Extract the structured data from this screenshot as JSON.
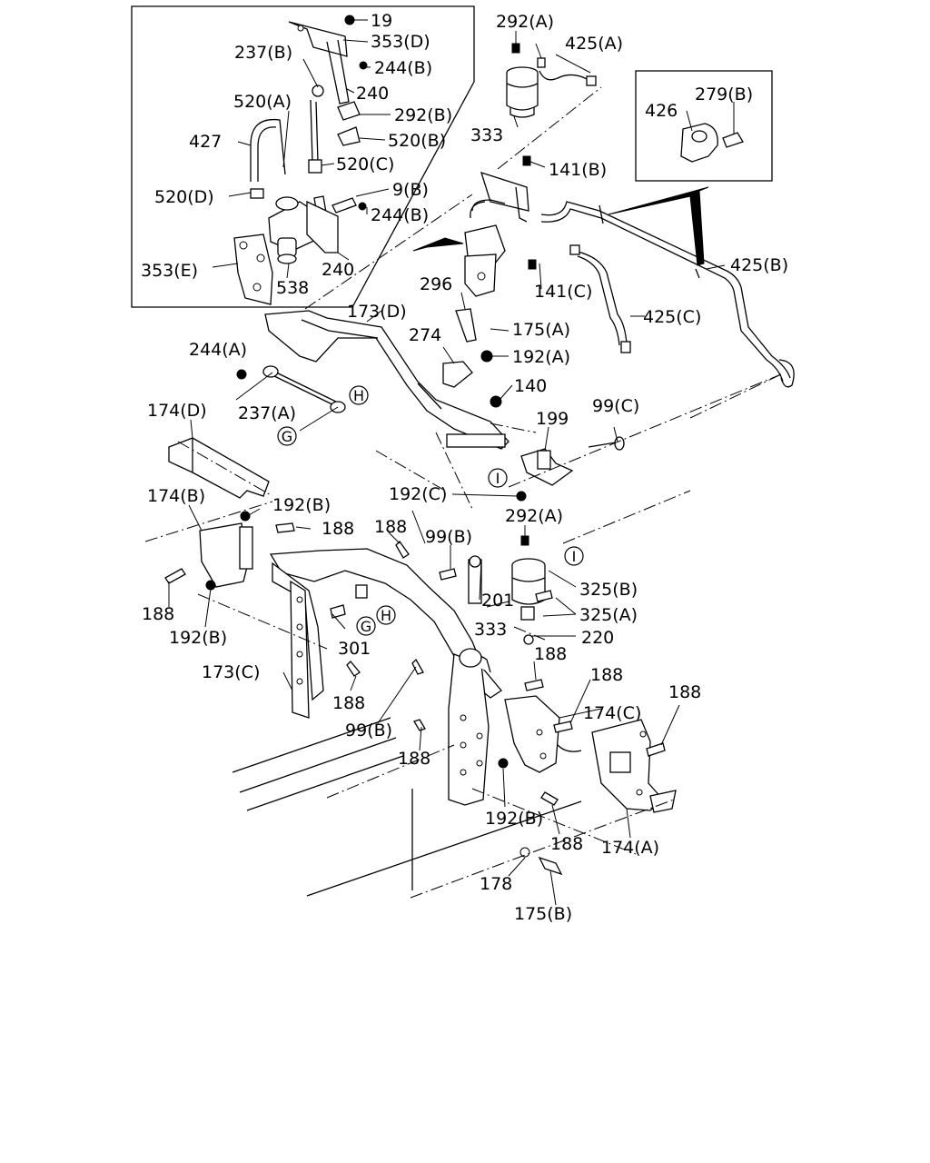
{
  "callouts": {
    "c19": "19",
    "c353d": "353(D)",
    "c237b": "237(B)",
    "c244b1": "244(B)",
    "c240a": "240",
    "c520a": "520(A)",
    "c292b": "292(B)",
    "c427": "427",
    "c520b": "520(B)",
    "c520c": "520(C)",
    "c520d": "520(D)",
    "c9b": "9(B)",
    "c244b2": "244(B)",
    "c353e": "353(E)",
    "c538": "538",
    "c240b": "240",
    "c292a1": "292(A)",
    "c425a": "425(A)",
    "c333a": "333",
    "c279b": "279(B)",
    "c426": "426",
    "c141b": "141(B)",
    "c425b": "425(B)",
    "c141c": "141(C)",
    "c425c": "425(C)",
    "c296": "296",
    "c173d": "173(D)",
    "c175a": "175(A)",
    "c274": "274",
    "c192a": "192(A)",
    "c244a": "244(A)",
    "c237a": "237(A)",
    "c140": "140",
    "c174d": "174(D)",
    "c99c": "99(C)",
    "c199": "199",
    "c192c": "192(C)",
    "c174b": "174(B)",
    "c192b1": "192(B)",
    "c188a": "188",
    "c292a2": "292(A)",
    "c188b": "188",
    "c99b1": "99(B)",
    "c325b": "325(B)",
    "c188c": "188",
    "c201": "201",
    "c325a": "325(A)",
    "c192b2": "192(B)",
    "c333b": "333",
    "c301": "301",
    "c220": "220",
    "c173c": "173(C)",
    "c188d": "188",
    "c188e": "188",
    "c188f": "188",
    "c188g": "188",
    "c174c": "174(C)",
    "c99b2": "99(B)",
    "c188h": "188",
    "c192b3": "192(B)",
    "c188i": "188",
    "c174a": "174(A)",
    "c178": "178",
    "c175b": "175(B)"
  },
  "markers": {
    "g1": "G",
    "h1": "H",
    "i1": "I",
    "i2": "I",
    "g2": "G",
    "h2": "H"
  }
}
